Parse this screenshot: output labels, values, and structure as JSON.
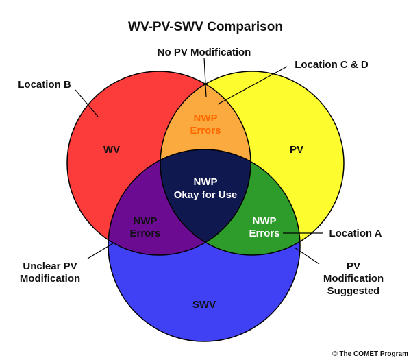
{
  "title": "WV-PV-SWV Comparison",
  "colors": {
    "wv": "#fc3b3b",
    "pv": "#fdfc2e",
    "swv": "#4040f5",
    "wv_pv": "#fbaa3f",
    "wv_swv": "#6a0b92",
    "pv_swv": "#2e9c2a",
    "center": "#101850",
    "orange_text": "#ff6a00",
    "dark_text": "#111111",
    "light_text": "#ffffff"
  },
  "regions": {
    "wv": "WV",
    "pv": "PV",
    "swv": "SWV",
    "wv_pv_line1": "NWP",
    "wv_pv_line2": "Errors",
    "wv_swv_line1": "NWP",
    "wv_swv_line2": "Errors",
    "pv_swv_line1": "NWP",
    "pv_swv_line2": "Errors",
    "center_line1": "NWP",
    "center_line2": "Okay for Use"
  },
  "annotations": {
    "no_pv_modification": "No PV Modification",
    "location_cd": "Location C & D",
    "location_b": "Location B",
    "location_a": "Location A",
    "unclear_line1": "Unclear PV",
    "unclear_line2": "Modification",
    "pv_mod_line1": "PV",
    "pv_mod_line2": "Modification",
    "pv_mod_line3": "Suggested"
  },
  "credit": "© The COMET Program"
}
